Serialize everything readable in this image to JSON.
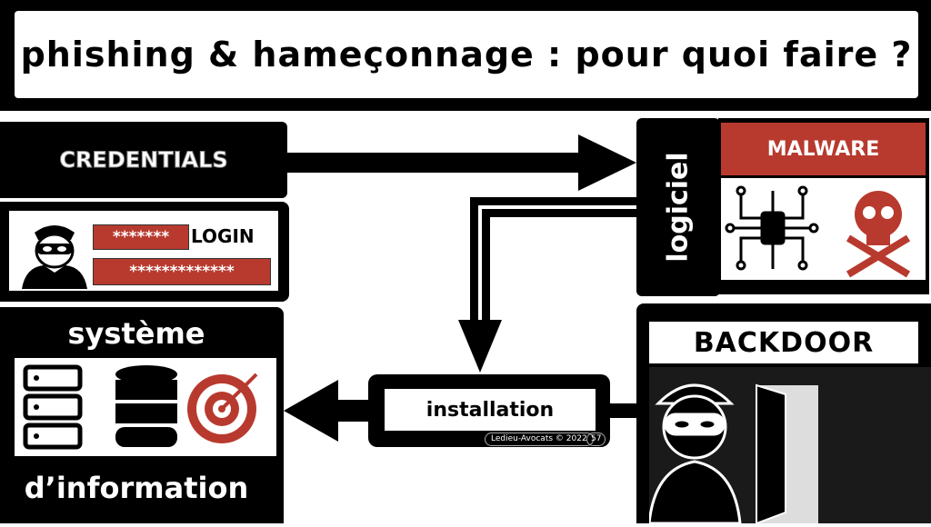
{
  "title": "phishing & hameçonnage : pour quoi faire ?",
  "credentials": {
    "label": "CREDENTIALS",
    "username_mask": "*******",
    "login_label": "LOGIN",
    "password_mask": "*************"
  },
  "systeme": {
    "top": "système",
    "bottom": "d’information"
  },
  "logiciel": "logiciel",
  "malware": "MALWARE",
  "installation": "installation",
  "backdoor": "BACKDOOR",
  "footer": {
    "credit": "Ledieu-Avocats © 2022",
    "page": "57"
  },
  "colors": {
    "red": "#b83a2e",
    "black": "#000000"
  }
}
